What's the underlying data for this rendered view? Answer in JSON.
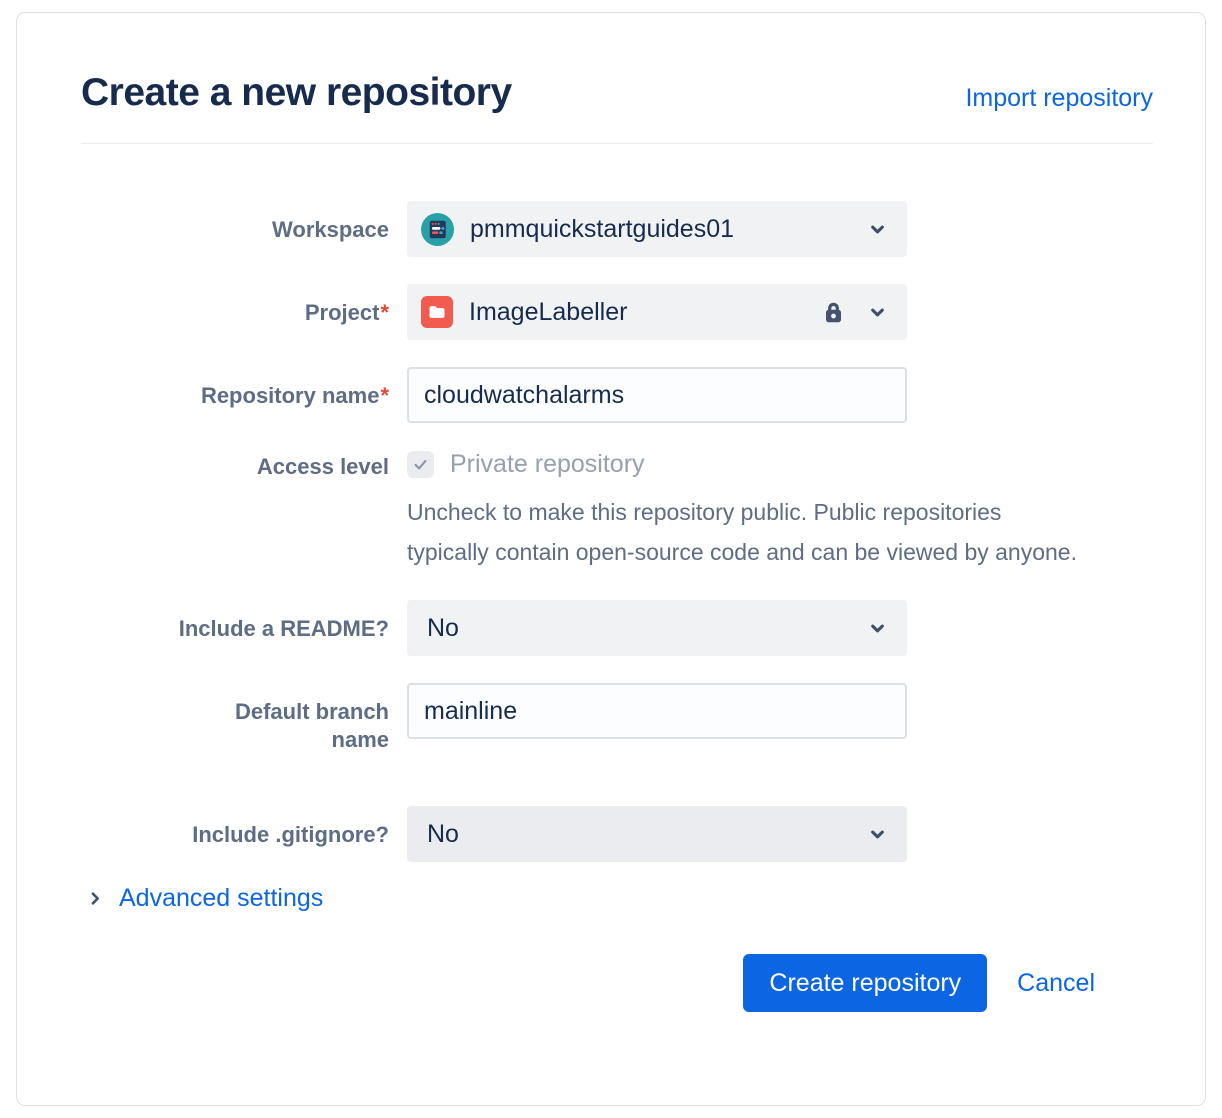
{
  "page": {
    "title": "Create a new repository",
    "import_link": "Import repository"
  },
  "form": {
    "workspace": {
      "label": "Workspace",
      "value": "pmmquickstartguides01"
    },
    "project": {
      "label": "Project",
      "required_mark": "*",
      "value": "ImageLabeller"
    },
    "repository_name": {
      "label": "Repository name",
      "required_mark": "*",
      "value": "cloudwatchalarms"
    },
    "access_level": {
      "label": "Access level",
      "checkbox_label": "Private repository",
      "checkbox_state": "checked-disabled",
      "help": "Uncheck to make this repository public. Public repositories typically contain open-source code and can be viewed by anyone."
    },
    "include_readme": {
      "label": "Include a README?",
      "value": "No"
    },
    "default_branch": {
      "label": "Default branch name",
      "value": "mainline"
    },
    "include_gitignore": {
      "label": "Include .gitignore?",
      "value": "No"
    },
    "advanced_settings_label": "Advanced settings"
  },
  "actions": {
    "create_label": "Create repository",
    "cancel_label": "Cancel"
  },
  "colors": {
    "accent": "#0C66E4",
    "title": "#172B4D",
    "label": "#5E6C84",
    "help-text": "#5E6C84",
    "disabled-text": "#97A0AF",
    "field-bg": "#F1F2F4",
    "field-bg-darker": "#EAECF0",
    "input-border": "#DCDFE4",
    "card-border": "#DFE1E6",
    "divider": "#E9EBEE",
    "icon": "#44546F",
    "required": "#E34935",
    "project-icon": "#F15B50",
    "avatar-teal": "#27A0A8",
    "avatar-navy": "#253858"
  }
}
